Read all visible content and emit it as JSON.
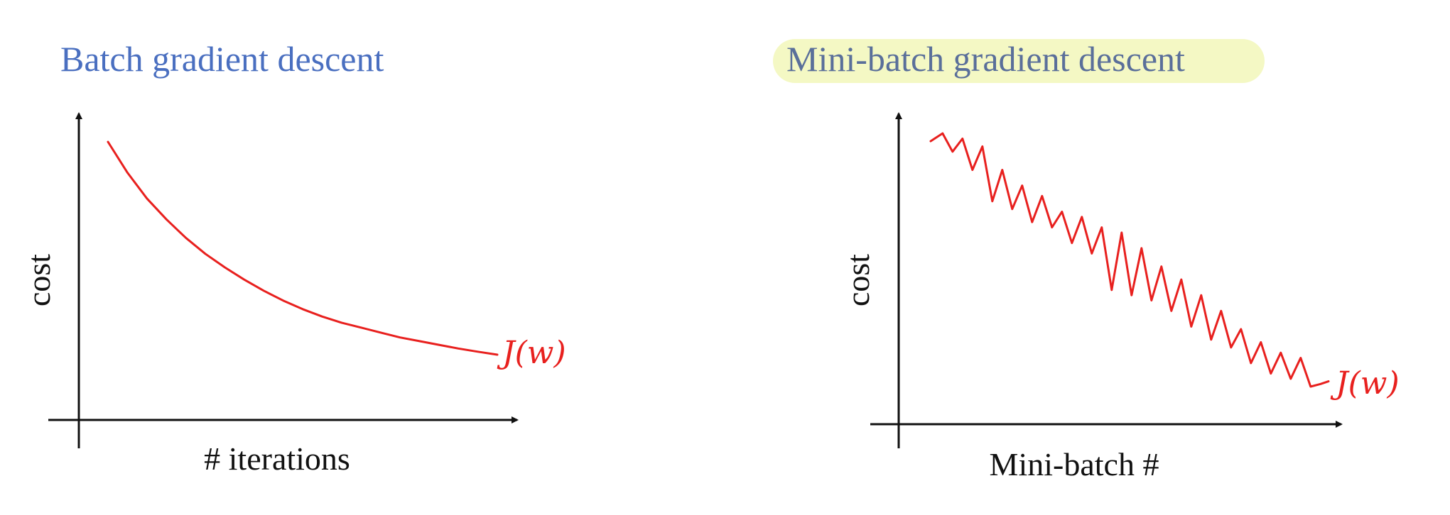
{
  "colors": {
    "title": "#4a6fc0",
    "title_right": "#5a6f9a",
    "highlight": "#f4f8c4",
    "curve": "#e8201e",
    "axis": "#111111"
  },
  "chart_data": [
    {
      "type": "line",
      "title": "Batch gradient descent",
      "xlabel": "# iterations",
      "ylabel": "cost",
      "series": [
        {
          "name": "J(w)",
          "x": [
            0,
            0.5,
            1,
            1.5,
            2,
            2.5,
            3,
            3.5,
            4,
            4.5,
            5,
            5.5,
            6,
            6.5,
            7,
            7.5,
            8,
            8.5,
            9,
            9.5,
            10
          ],
          "values": [
            1.0,
            0.875,
            0.77,
            0.685,
            0.61,
            0.545,
            0.49,
            0.44,
            0.395,
            0.355,
            0.32,
            0.29,
            0.265,
            0.245,
            0.225,
            0.205,
            0.19,
            0.175,
            0.16,
            0.147,
            0.135
          ]
        }
      ],
      "xlim": [
        0,
        10.5
      ],
      "ylim": [
        0,
        1.1
      ],
      "ticks": "none",
      "grid": false
    },
    {
      "type": "line",
      "title": "Mini-batch gradient descent",
      "xlabel": "Mini-batch #",
      "ylabel": "cost",
      "series": [
        {
          "name": "J(w)",
          "x": [
            0,
            0.3,
            0.55,
            0.8,
            1.05,
            1.3,
            1.55,
            1.8,
            2.05,
            2.3,
            2.55,
            2.8,
            3.05,
            3.3,
            3.55,
            3.8,
            4.05,
            4.3,
            4.55,
            4.8,
            5.05,
            5.3,
            5.55,
            5.8,
            6.05,
            6.3,
            6.55,
            6.8,
            7.05,
            7.3,
            7.55,
            7.8,
            8.05,
            8.3,
            8.55,
            8.8,
            9.05,
            9.3,
            9.55,
            9.8,
            10.0
          ],
          "values": [
            0.97,
            1.0,
            0.93,
            0.98,
            0.86,
            0.95,
            0.74,
            0.86,
            0.71,
            0.8,
            0.66,
            0.76,
            0.64,
            0.7,
            0.58,
            0.68,
            0.54,
            0.64,
            0.4,
            0.62,
            0.38,
            0.56,
            0.36,
            0.49,
            0.32,
            0.44,
            0.26,
            0.38,
            0.21,
            0.32,
            0.18,
            0.25,
            0.12,
            0.2,
            0.08,
            0.16,
            0.06,
            0.14,
            0.03,
            0.04,
            0.05
          ]
        }
      ],
      "xlim": [
        0,
        10.5
      ],
      "ylim": [
        0,
        1.1
      ],
      "ticks": "none",
      "grid": false
    }
  ]
}
